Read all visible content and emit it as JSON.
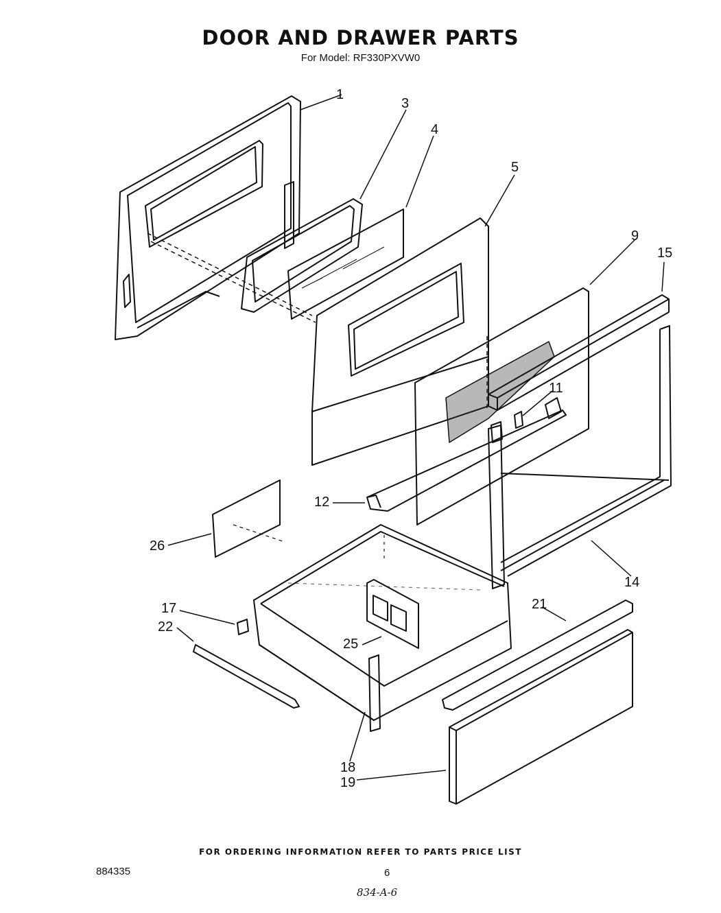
{
  "header": {
    "title": "DOOR AND DRAWER PARTS",
    "subtitle": "For Model: RF330PXVW0"
  },
  "callouts": [
    {
      "id": "c1",
      "label": "1"
    },
    {
      "id": "c3",
      "label": "3"
    },
    {
      "id": "c4",
      "label": "4"
    },
    {
      "id": "c5",
      "label": "5"
    },
    {
      "id": "c9",
      "label": "9"
    },
    {
      "id": "c15",
      "label": "15"
    },
    {
      "id": "c11",
      "label": "11"
    },
    {
      "id": "c12",
      "label": "12"
    },
    {
      "id": "c26",
      "label": "26"
    },
    {
      "id": "c14",
      "label": "14"
    },
    {
      "id": "c17",
      "label": "17"
    },
    {
      "id": "c22",
      "label": "22"
    },
    {
      "id": "c21",
      "label": "21"
    },
    {
      "id": "c25",
      "label": "25"
    },
    {
      "id": "c18",
      "label": "18"
    },
    {
      "id": "c19",
      "label": "19"
    }
  ],
  "footer": {
    "ordering_note": "FOR ORDERING INFORMATION REFER TO PARTS PRICE LIST",
    "document_number": "884335",
    "page_number": "6",
    "handwritten_note": "834-A-6"
  },
  "colors": {
    "ink": "#111111",
    "background": "#ffffff"
  }
}
